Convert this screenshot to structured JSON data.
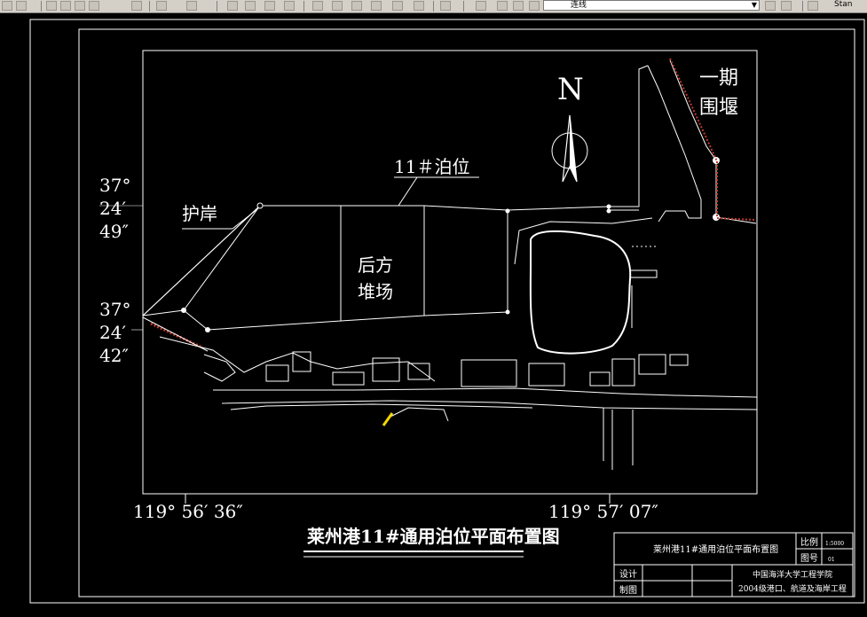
{
  "toolbar": {
    "layer_name": "连线",
    "text_style": "Stan"
  },
  "drawing": {
    "north_label": "N",
    "phase_one_line1": "一期",
    "phase_one_line2": "围堰",
    "berth_label": "11＃泊位",
    "revetment_label": "护岸",
    "yard_line1": "后方",
    "yard_line2": "堆场",
    "lat_top": [
      "37°",
      "24′",
      "49″"
    ],
    "lat_bottom": [
      "37°",
      "24′",
      "42″"
    ],
    "lon_left": "119° 56′ 36″",
    "lon_right": "119° 57′ 07″",
    "title": "莱州港11#通用泊位平面布置图"
  },
  "title_block": {
    "drawing_name": "莱州港11#通用泊位平面布置图",
    "scale_label": "比例",
    "scale_value": "1:5000",
    "sheet_label": "图号",
    "sheet_value": "01",
    "design_label": "设计",
    "draw_label": "制图",
    "school": "中国海洋大学工程学院",
    "class": "2004级港口、航道及海岸工程"
  },
  "colors": {
    "background": "#000000",
    "lines": "#ffffff",
    "hatch": "#c0392b",
    "highlight": "#f5d800"
  }
}
